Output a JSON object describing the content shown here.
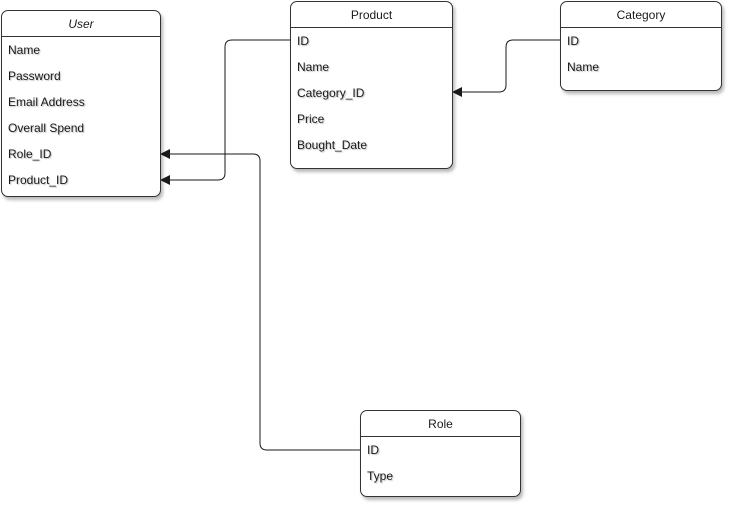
{
  "diagram": {
    "line_color": "#1a1a1a",
    "entities": {
      "user": {
        "title": "User",
        "fields": [
          "Name",
          "Password",
          "Email Address",
          "Overall Spend",
          "Role_ID",
          "Product_ID"
        ]
      },
      "product": {
        "title": "Product",
        "fields": [
          "ID",
          "Name",
          "Category_ID",
          "Price",
          "Bought_Date"
        ]
      },
      "category": {
        "title": "Category",
        "fields": [
          "ID",
          "Name"
        ]
      },
      "role": {
        "title": "Role",
        "fields": [
          "ID",
          "Type"
        ]
      }
    },
    "relations": [
      {
        "from": "product.ID",
        "to": "user.Product_ID"
      },
      {
        "from": "role.ID",
        "to": "user.Role_ID"
      },
      {
        "from": "category.ID",
        "to": "product.Category_ID"
      }
    ]
  }
}
